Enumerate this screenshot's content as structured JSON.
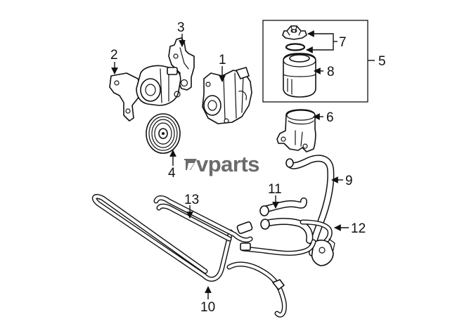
{
  "watermark": {
    "text": "vparts",
    "mark": "lv-monogram-logo"
  },
  "callouts": {
    "c1": "1",
    "c2": "2",
    "c3": "3",
    "c4": "4",
    "c5": "5",
    "c6": "6",
    "c7": "7",
    "c8": "8",
    "c9": "9",
    "c10": "10",
    "c11": "11",
    "c12": "12",
    "c13": "13"
  },
  "colors": {
    "line": "#111111",
    "watermark": "#6b6b6b",
    "background": "#ffffff"
  }
}
